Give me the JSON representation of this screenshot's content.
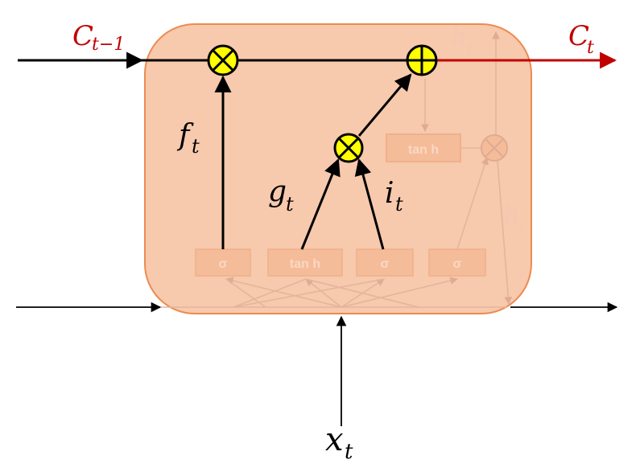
{
  "labels": {
    "c_prev": "C",
    "c_prev_sub": "t−1",
    "c_next": "C",
    "c_next_sub": "t",
    "f": "f",
    "f_sub": "t",
    "g": "g",
    "g_sub": "t",
    "i": "i",
    "i_sub": "t",
    "x": "x",
    "x_sub": "t",
    "h_top": "h",
    "h_top_sub": "t",
    "h_right": "h",
    "h_right_sub": "t"
  },
  "boxes": {
    "forget_gate": "σ",
    "candidate_gate": "tan h",
    "input_gate": "σ",
    "output_gate": "σ",
    "cell_tanh": "tan h"
  },
  "colors": {
    "cell_fill": "#f7c9ad",
    "cell_stroke": "#ec8b4f",
    "faded_box_fill": "#f5bc99",
    "faded_box_stroke": "#efb08a",
    "faded_text": "#fad8c4",
    "faded_line": "#e7b7a0",
    "operator_fill": "#ffff00",
    "accent_red": "#c00000",
    "ink": "#000000"
  }
}
